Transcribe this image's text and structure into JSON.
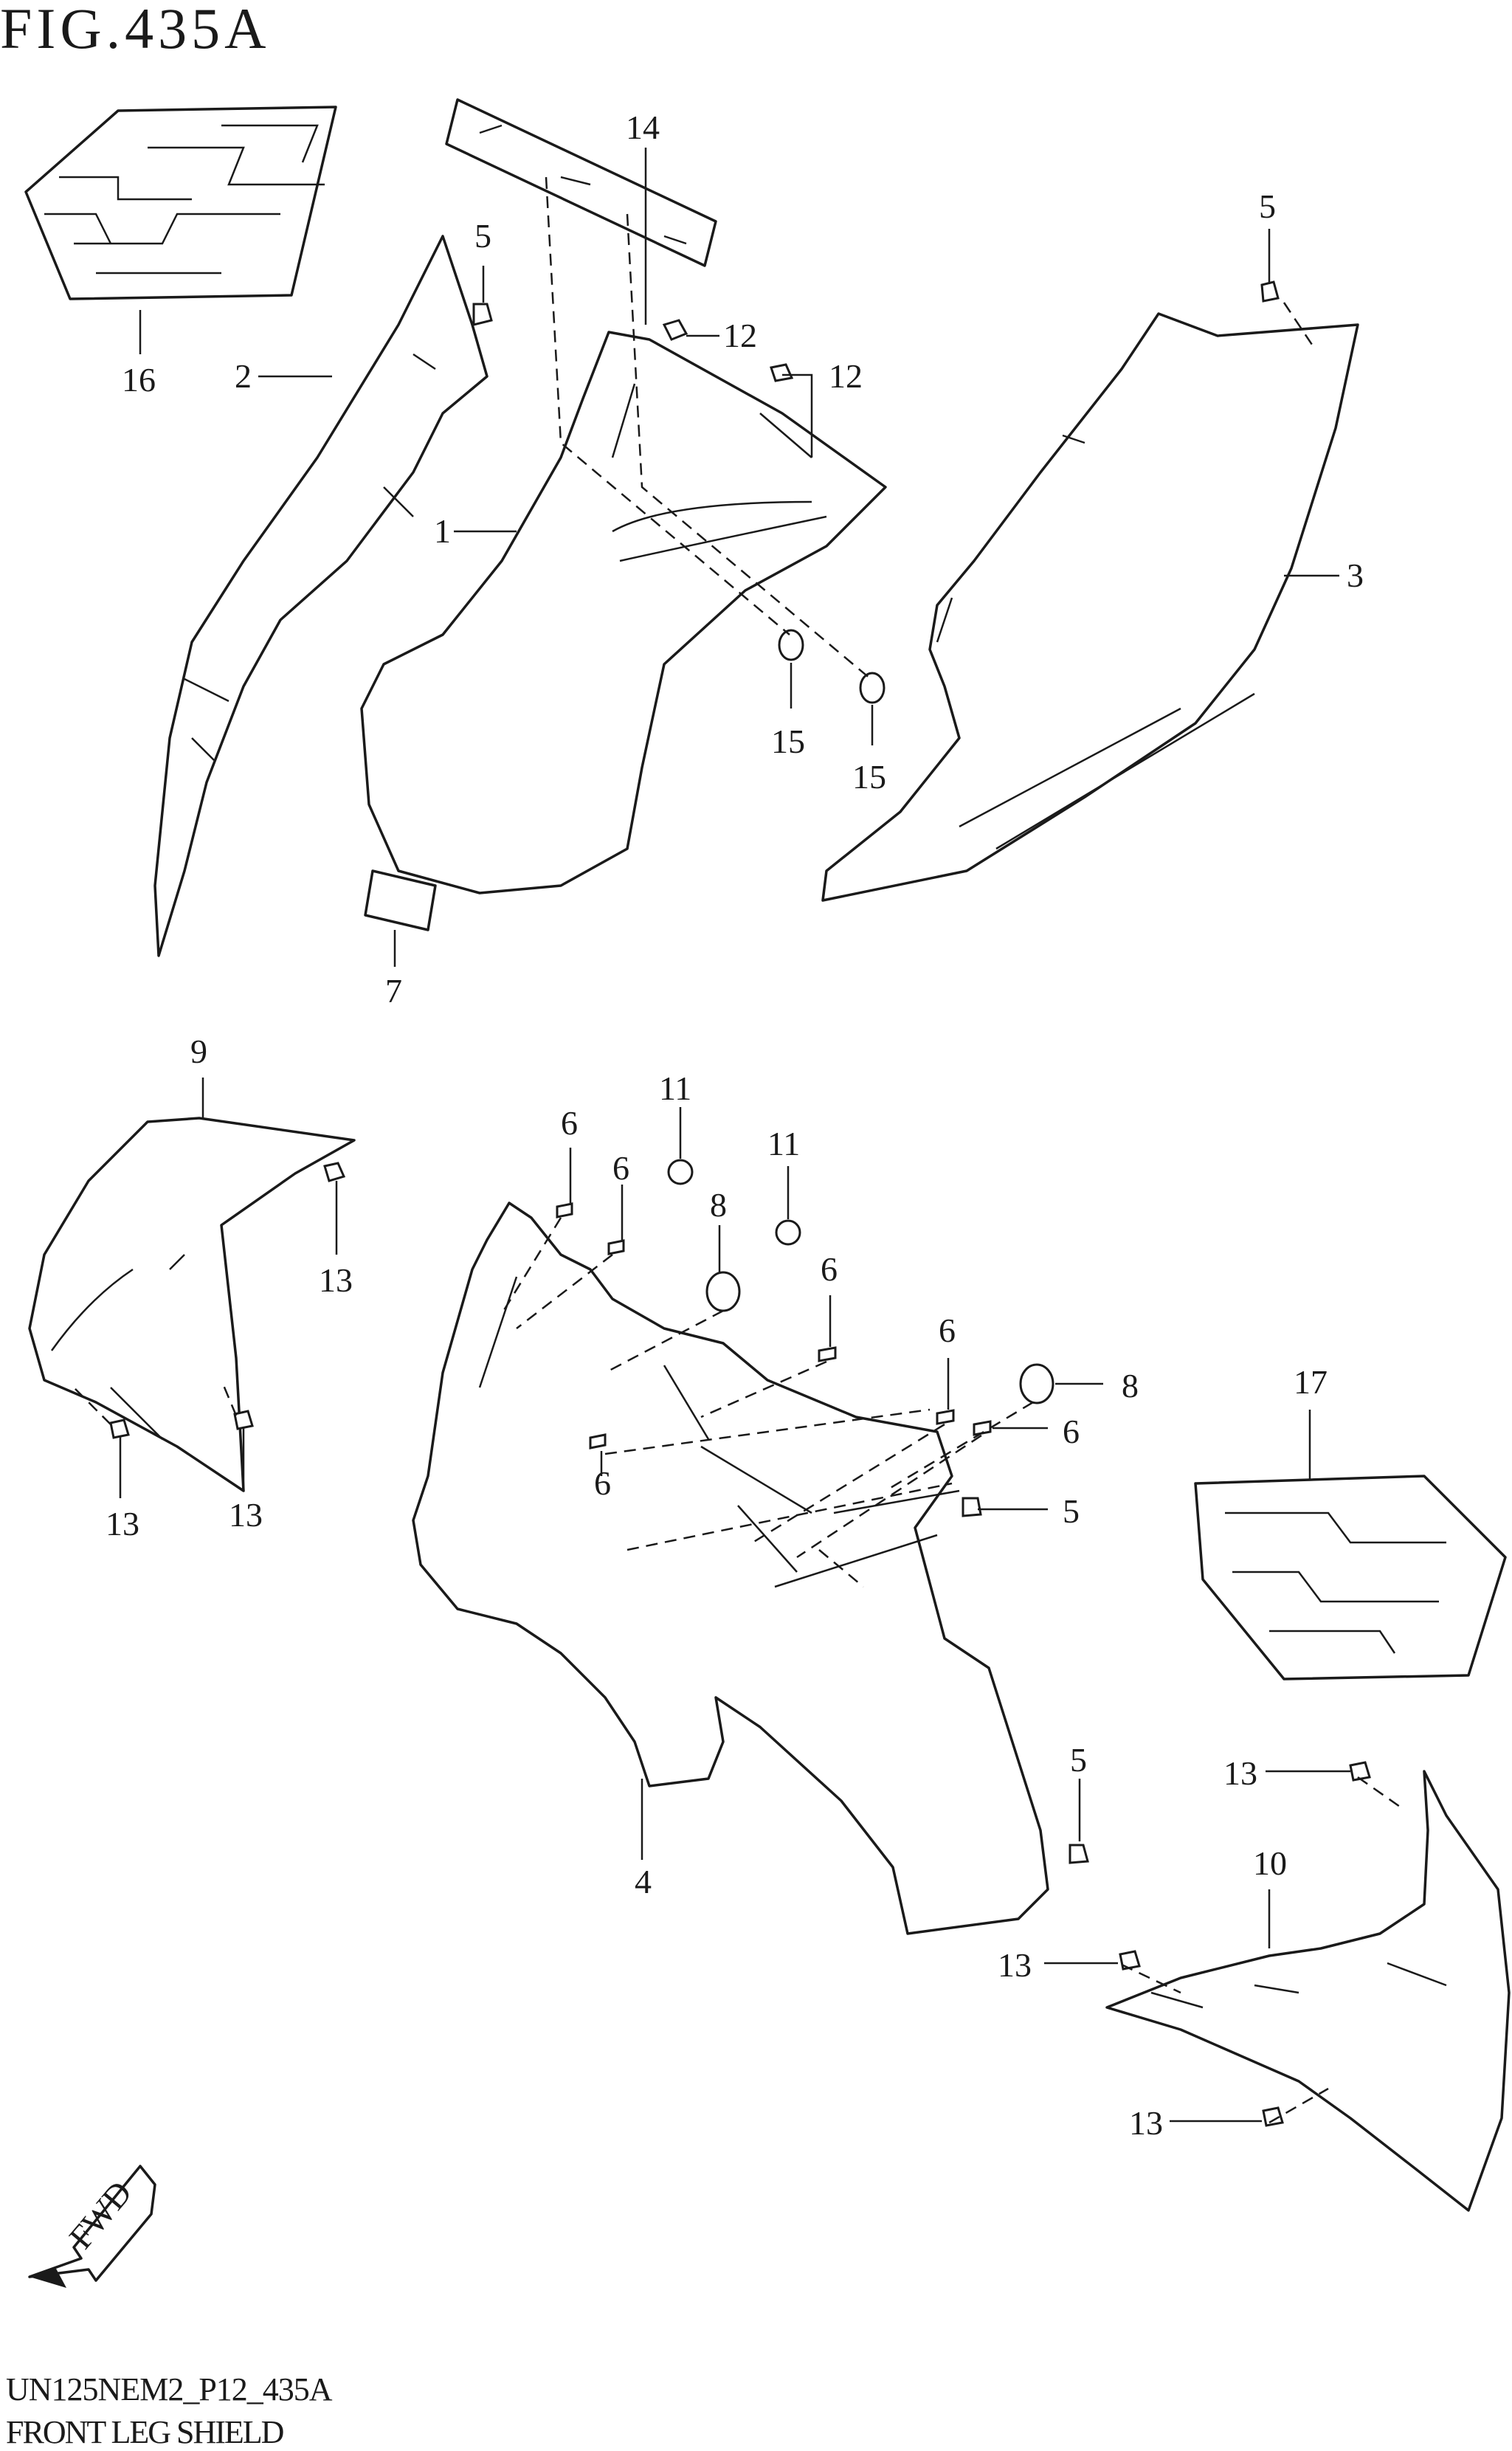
{
  "figure": {
    "title": "FIG.435A",
    "code": "UN125NEM2_P12_435A",
    "name": "FRONT LEG SHIELD"
  },
  "fwd_label": "FWD",
  "callouts": [
    "1",
    "2",
    "3",
    "4",
    "5",
    "6",
    "7",
    "8",
    "9",
    "10",
    "11",
    "12",
    "13",
    "14",
    "15",
    "16",
    "17"
  ]
}
